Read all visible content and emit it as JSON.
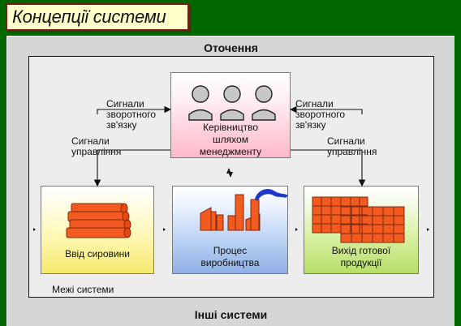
{
  "slide": {
    "title": "Концепції системи"
  },
  "labels": {
    "environment": "Оточення",
    "system_boundary": "Межі системи",
    "other_systems": "Інші системи"
  },
  "signals": {
    "feedback_left": "Сигнали\nзворотного\nзв'язку",
    "control_left": "Сигнали\nуправління",
    "feedback_right": "Сигнали\nзворотного\nзв'язку",
    "control_right": "Сигнали\nуправління"
  },
  "blocks": {
    "management": "Керівництво\nшляхом\nменеджменту",
    "input": "Ввід сировини",
    "process": "Процес\nвиробництва",
    "output": "Вихід готової\nпродукції"
  },
  "colors": {
    "background": "#006600",
    "title_bg": "#ffffcc",
    "title_border": "#7a1a1a",
    "panel": "#d6d6d6",
    "boundary": "#ededed",
    "management": "#ffb9c9",
    "input": "#f4e96d",
    "process": "#8fb0e4",
    "output": "#b7de69",
    "bricks": "#f25a1f",
    "smoke": "#1e38c9"
  },
  "icons": {
    "management": "people-icon",
    "input": "logs-icon",
    "process": "factory-icon",
    "output": "bricks-icon"
  }
}
